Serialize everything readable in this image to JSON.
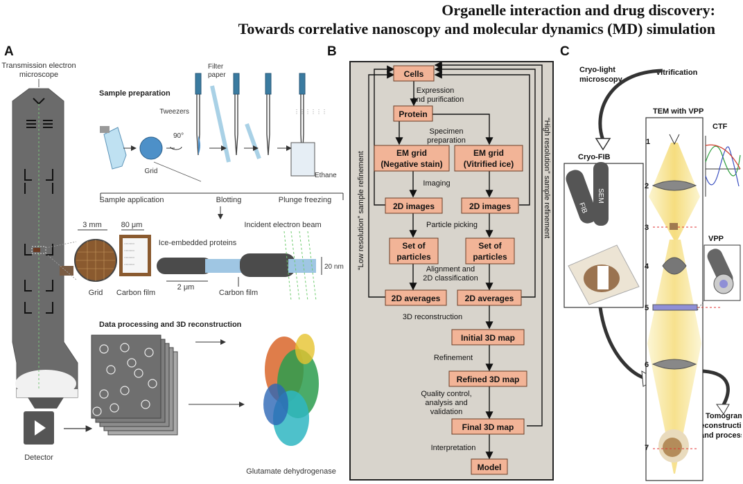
{
  "header": {
    "title_line1": "Organelle interaction and drug discovery:",
    "title_line2": "Towards correlative nanoscopy and molecular dynamics (MD) simulation"
  },
  "panels": {
    "a": "A",
    "b": "B",
    "c": "C"
  },
  "panel_a": {
    "tem_label": [
      "Transmission electron",
      "microscope"
    ],
    "sample_prep_title": "Sample preparation",
    "filter_paper": [
      "Filter",
      "paper"
    ],
    "tweezers": "Tweezers",
    "angle": "90°",
    "grid": "Grid",
    "ethane": "Ethane",
    "steps": [
      "Sample application",
      "Blotting",
      "Plunge freezing"
    ],
    "dim_3mm": "3 mm",
    "dim_80um": "80 μm",
    "incident_beam": "Incident electron beam",
    "ice_proteins": "Ice-embedded proteins",
    "dim_20nm": "20 nm",
    "dim_2um": "2 μm",
    "grid_label": "Grid",
    "carbon_film_label": "Carbon film",
    "carbon_film_label2": "Carbon film",
    "data_proc_title": "Data processing and 3D reconstruction",
    "detector": "Detector",
    "glutamate": "Glutamate dehydrogenase"
  },
  "panel_b": {
    "boxes": {
      "cells": "Cells",
      "protein": "Protein",
      "em_neg": [
        "EM grid",
        "(Negative stain)"
      ],
      "em_vit": [
        "EM grid",
        "(Vitrified ice)"
      ],
      "img2d_l": "2D images",
      "img2d_r": "2D images",
      "set_l": [
        "Set of",
        "particles"
      ],
      "set_r": [
        "Set of",
        "particles"
      ],
      "avg_l": "2D averages",
      "avg_r": "2D averages",
      "initial": "Initial 3D map",
      "refined": "Refined 3D map",
      "final": "Final 3D map",
      "model": "Model"
    },
    "steps": {
      "expression": [
        "Expression",
        "and purification"
      ],
      "specimen": [
        "Specimen",
        "preparation"
      ],
      "imaging": "Imaging",
      "picking": "Particle picking",
      "alignment": [
        "Alignment and",
        "2D classification"
      ],
      "recon": "3D reconstruction",
      "refinement": "Refinement",
      "quality": [
        "Quality control,",
        "analysis and",
        "validation"
      ],
      "interpretation": "Interpretation"
    },
    "low_res": "“Low resolution” sample refinement",
    "high_res": "“High resolution” sample refinement"
  },
  "panel_c": {
    "cryo_light": [
      "Cryo-light",
      "microscopy"
    ],
    "vitrification": "Vitrification",
    "cryo_fib": "Cryo-FIB",
    "fib": "FIB",
    "sem": "SEM",
    "tem_vpp": "TEM with VPP",
    "ctf": "CTF",
    "vpp": "VPP",
    "numbers": [
      "1",
      "2",
      "3",
      "4",
      "5",
      "6",
      "7"
    ],
    "tomogram": [
      "Tomogram",
      "reconstruction",
      "and processing"
    ]
  }
}
